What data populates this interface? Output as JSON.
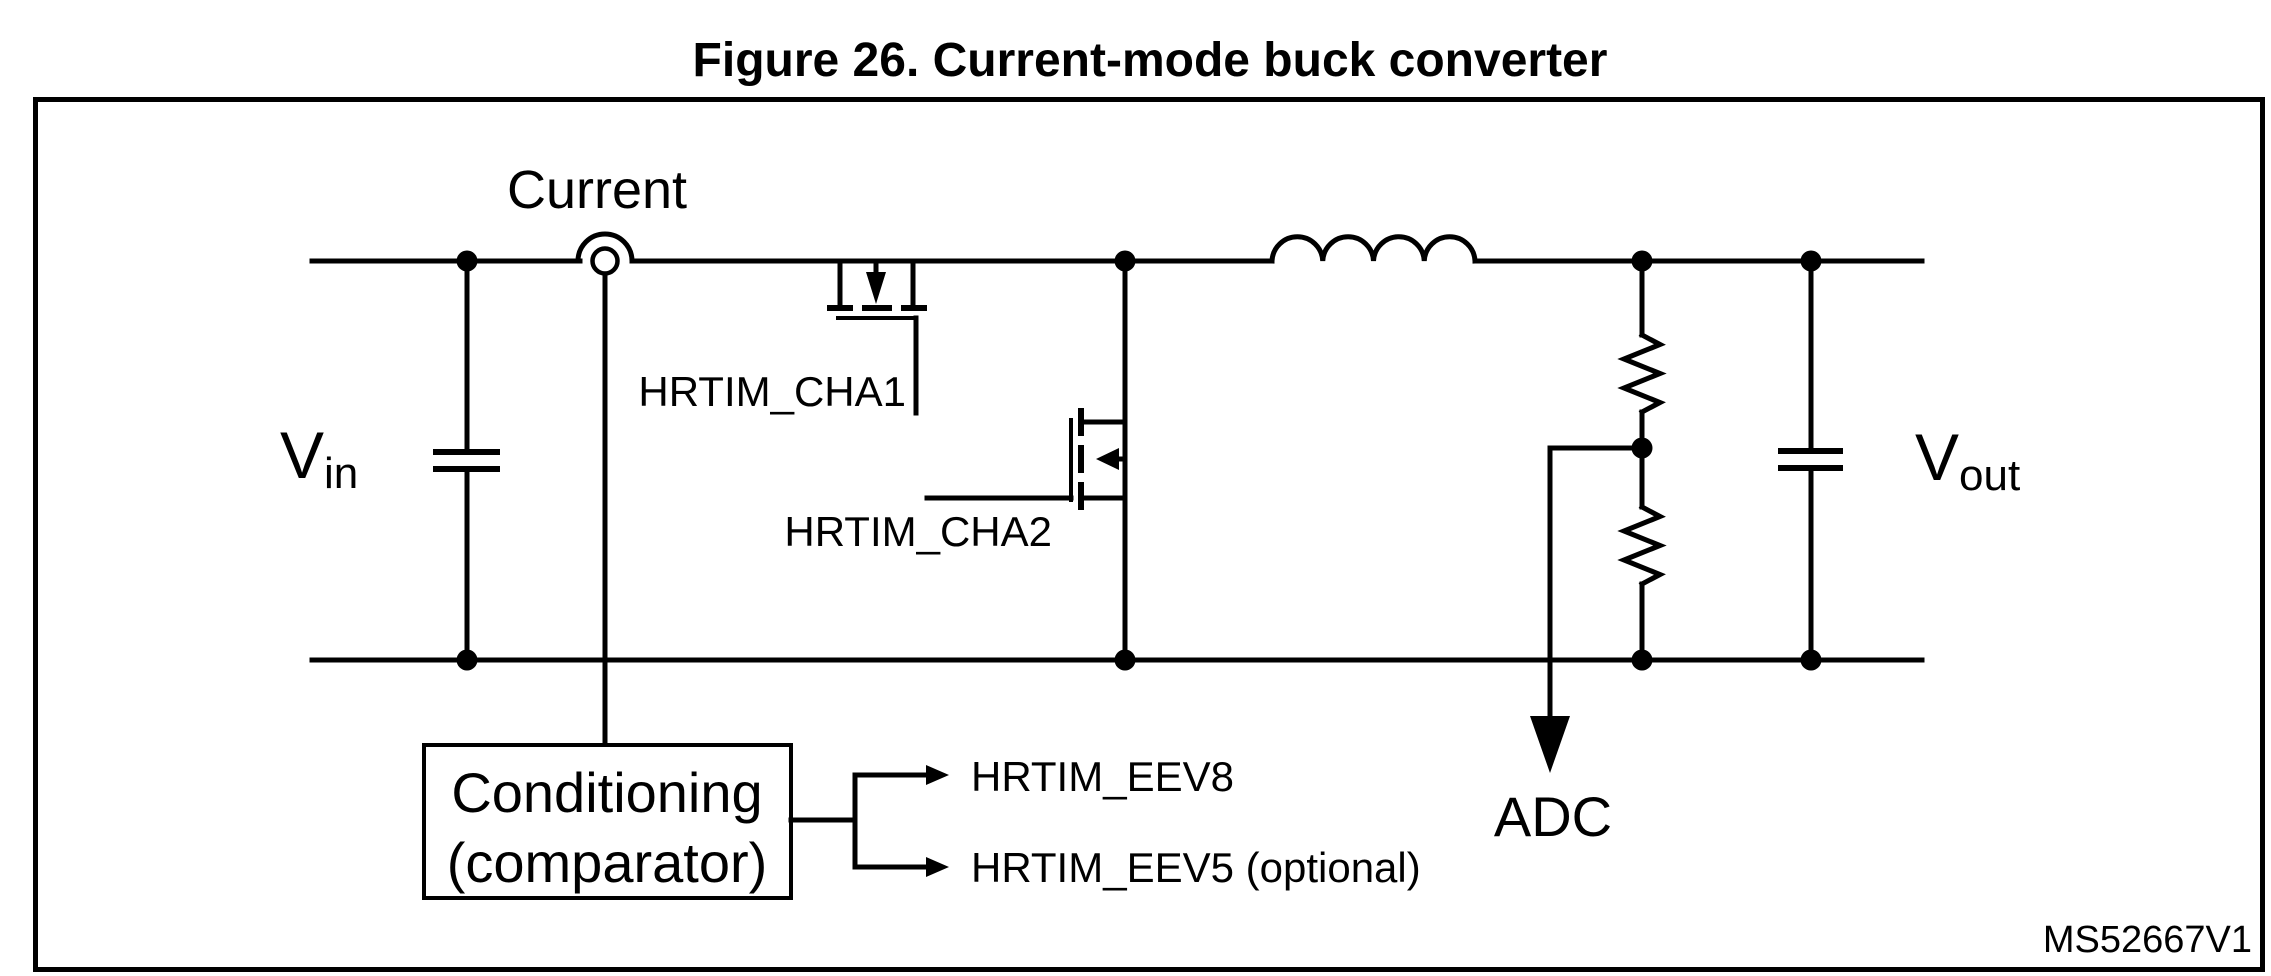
{
  "colors": {
    "ink": "#000000",
    "background": "#ffffff"
  },
  "figure": {
    "title": "Figure 26. Current-mode buck converter",
    "watermark": "MS52667V1"
  },
  "schematic": {
    "labels": {
      "current": "Current",
      "vin_base": "V",
      "vin_sub": "in",
      "vout_base": "V",
      "vout_sub": "out",
      "cha1": "HRTIM_CHA1",
      "cha2": "HRTIM_CHA2",
      "adc": "ADC",
      "conditioning_line1": "Conditioning",
      "conditioning_line2": "(comparator)",
      "eev8": "HRTIM_EEV8",
      "eev5": "HRTIM_EEV5 (optional)"
    },
    "components": [
      "input-capacitor",
      "current-sensor",
      "high-side-mosfet-hrtim-cha1",
      "low-side-mosfet-hrtim-cha2",
      "inductor",
      "feedback-resistor-divider",
      "output-capacitor",
      "adc-measurement-arrow",
      "conditioning-comparator-block",
      "hrtim-eev-branch"
    ]
  }
}
